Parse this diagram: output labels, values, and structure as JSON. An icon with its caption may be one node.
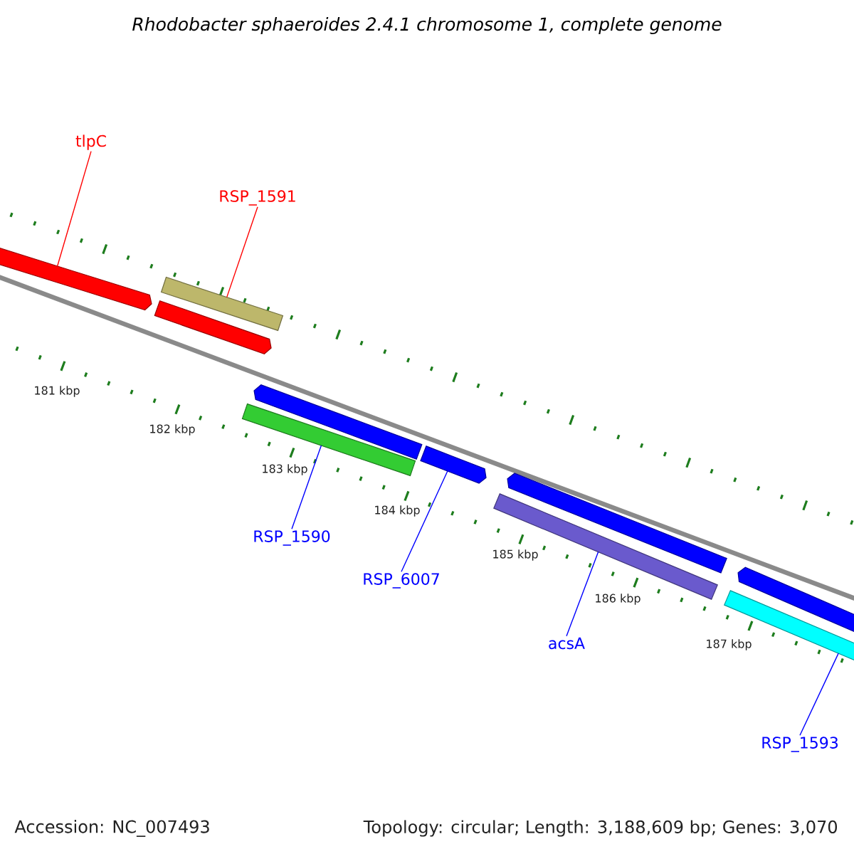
{
  "diagram": {
    "title": "Rhodobacter sphaeroides 2.4.1 chromosome 1, complete genome",
    "nodes": [
      {
        "text": [
          "tlpC"
        ]
      },
      {
        "text": [
          "RSP_1591"
        ]
      },
      {
        "text": [
          "RSP_1590"
        ]
      },
      {
        "text": [
          "RSP_6007"
        ]
      },
      {
        "text": [
          "acsA"
        ]
      },
      {
        "text": [
          "RSP_1593"
        ]
      },
      {
        "text": [],
        "shape": "bar"
      },
      {
        "text": [],
        "shape": "bar"
      },
      {
        "text": [],
        "shape": "bar"
      },
      {
        "text": [],
        "shape": "bar"
      },
      {
        "text": [],
        "shape": "bar"
      },
      {
        "text": [],
        "shape": "bar"
      },
      {
        "text": [],
        "shape": "bar"
      },
      {
        "text": [],
        "shape": "bar"
      },
      {
        "text": [],
        "shape": "bar"
      },
      {
        "text": [],
        "shape": "bar"
      }
    ],
    "edges": [
      {
        "from": 0,
        "to": 6,
        "arrow": "none",
        "color": "#ff0000"
      },
      {
        "from": 1,
        "to": 7,
        "arrow": "none",
        "color": "#ff0000"
      },
      {
        "from": 2,
        "to": 10,
        "arrow": "none"
      },
      {
        "from": 3,
        "to": 11,
        "arrow": "none"
      },
      {
        "from": 4,
        "to": 13,
        "arrow": "none"
      },
      {
        "from": 5,
        "to": 15,
        "arrow": "none"
      }
    ],
    "labels": [
      "181 kbp",
      "182 kbp",
      "183 kbp",
      "184 kbp",
      "185 kbp",
      "186 kbp",
      "187 kbp",
      "Accession: NC_007493",
      "Topology: circular; Length: 3,188,609 bp; Genes: 3,070"
    ]
  }
}
